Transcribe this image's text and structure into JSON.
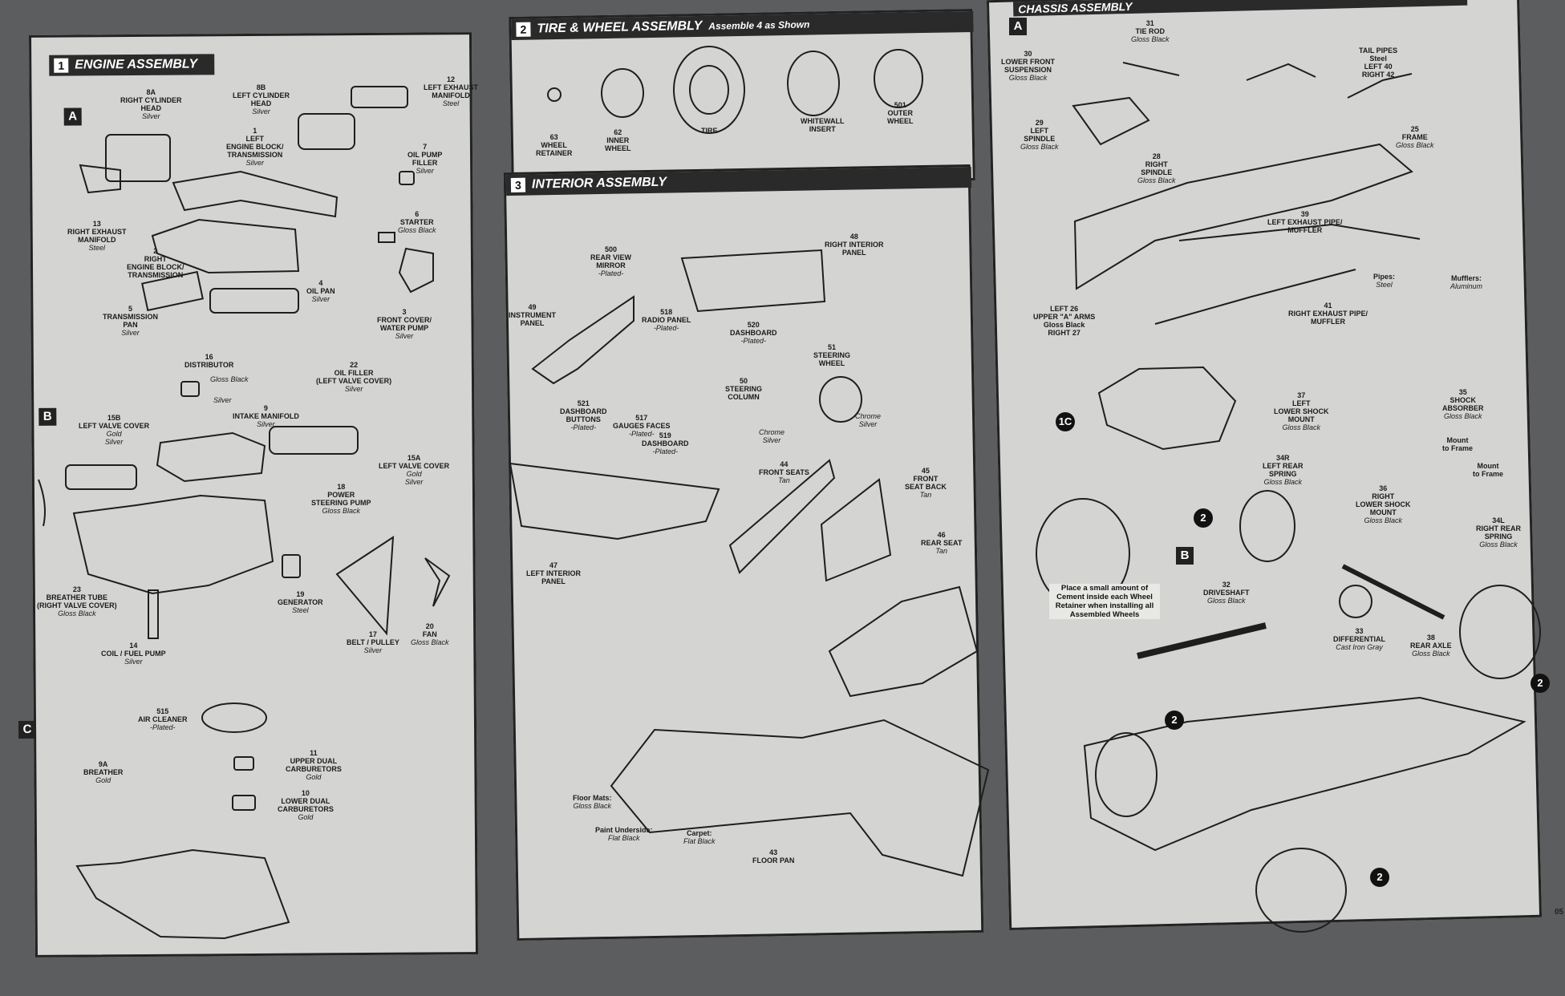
{
  "sections": {
    "engine": {
      "num": "1",
      "title": "ENGINE ASSEMBLY"
    },
    "tire": {
      "num": "2",
      "title": "TIRE & WHEEL ASSEMBLY",
      "subtitle": "Assemble 4 as Shown"
    },
    "interior": {
      "num": "3",
      "title": "INTERIOR ASSEMBLY"
    },
    "chassis": {
      "title": "CHASSIS ASSEMBLY"
    }
  },
  "steps": {
    "a": "A",
    "b": "B",
    "c": "C",
    "chassis_a": "A",
    "chassis_b": "B"
  },
  "engine_parts": [
    {
      "id": "e1",
      "name": "8A\nRIGHT CYLINDER\nHEAD",
      "finish": "Silver"
    },
    {
      "id": "e2",
      "name": "8B\nLEFT CYLINDER\nHEAD",
      "finish": "Silver"
    },
    {
      "id": "e3",
      "name": "12\nLEFT EXHAUST\nMANIFOLD",
      "finish": "Steel"
    },
    {
      "id": "e4",
      "name": "1\nLEFT\nENGINE BLOCK/\nTRANSMISSION",
      "finish": "Silver"
    },
    {
      "id": "e5",
      "name": "7\nOIL PUMP\nFILLER",
      "finish": "Silver"
    },
    {
      "id": "e6",
      "name": "13\nRIGHT EXHAUST\nMANIFOLD",
      "finish": "Steel"
    },
    {
      "id": "e7",
      "name": "2\nRIGHT\nENGINE BLOCK/\nTRANSMISSION",
      "finish": ""
    },
    {
      "id": "e8",
      "name": "6\nSTARTER",
      "finish": "Gloss Black"
    },
    {
      "id": "e9",
      "name": "4\nOIL PAN",
      "finish": "Silver"
    },
    {
      "id": "e10",
      "name": "5\nTRANSMISSION\nPAN",
      "finish": "Silver"
    },
    {
      "id": "e11",
      "name": "3\nFRONT COVER/\nWATER PUMP",
      "finish": "Silver"
    },
    {
      "id": "e12",
      "name": "16\nDISTRIBUTOR",
      "finish": ""
    },
    {
      "id": "e13",
      "name": "",
      "finish": "Gloss Black"
    },
    {
      "id": "e14",
      "name": "",
      "finish": "Silver"
    },
    {
      "id": "e15",
      "name": "22\nOIL FILLER\n(LEFT VALVE COVER)",
      "finish": "Silver"
    },
    {
      "id": "e16",
      "name": "15B\nLEFT VALVE COVER",
      "finish": "Gold\nSilver"
    },
    {
      "id": "e17",
      "name": "9\nINTAKE MANIFOLD",
      "finish": "Silver"
    },
    {
      "id": "e18",
      "name": "15A\nLEFT VALVE COVER",
      "finish": "Gold\nSilver"
    },
    {
      "id": "e19",
      "name": "18\nPOWER\nSTEERING PUMP",
      "finish": "Gloss Black"
    },
    {
      "id": "e20",
      "name": "23\nBREATHER TUBE\n(RIGHT VALVE COVER)",
      "finish": "Gloss Black"
    },
    {
      "id": "e21",
      "name": "19\nGENERATOR",
      "finish": "Steel"
    },
    {
      "id": "e22",
      "name": "17\nBELT / PULLEY",
      "finish": "Silver"
    },
    {
      "id": "e23",
      "name": "20\nFAN",
      "finish": "Gloss Black"
    },
    {
      "id": "e24",
      "name": "14\nCOIL / FUEL PUMP",
      "finish": "Silver"
    },
    {
      "id": "e25",
      "name": "515\nAIR CLEANER",
      "finish": "-Plated-"
    },
    {
      "id": "e26",
      "name": "9A\nBREATHER",
      "finish": "Gold"
    },
    {
      "id": "e27",
      "name": "11\nUPPER DUAL\nCARBURETORS",
      "finish": "Gold"
    },
    {
      "id": "e28",
      "name": "10\nLOWER DUAL\nCARBURETORS",
      "finish": "Gold"
    }
  ],
  "tire_parts": [
    {
      "id": "t1",
      "name": "63\nWHEEL\nRETAINER",
      "finish": ""
    },
    {
      "id": "t2",
      "name": "62\nINNER\nWHEEL",
      "finish": ""
    },
    {
      "id": "t3",
      "name": "TIRE",
      "finish": ""
    },
    {
      "id": "t4",
      "name": "WHITEWALL\nINSERT",
      "finish": ""
    },
    {
      "id": "t5",
      "name": "501\nOUTER\nWHEEL",
      "finish": ""
    }
  ],
  "interior_parts": [
    {
      "id": "i1",
      "name": "500\nREAR VIEW\nMIRROR",
      "finish": "-Plated-"
    },
    {
      "id": "i2",
      "name": "48\nRIGHT INTERIOR\nPANEL",
      "finish": ""
    },
    {
      "id": "i3",
      "name": "49\nINSTRUMENT\nPANEL",
      "finish": ""
    },
    {
      "id": "i4",
      "name": "518\nRADIO PANEL",
      "finish": "-Plated-"
    },
    {
      "id": "i5",
      "name": "520\nDASHBOARD",
      "finish": "-Plated-"
    },
    {
      "id": "i6",
      "name": "51\nSTEERING\nWHEEL",
      "finish": ""
    },
    {
      "id": "i7",
      "name": "50\nSTEERING\nCOLUMN",
      "finish": ""
    },
    {
      "id": "i8",
      "name": "521\nDASHBOARD\nBUTTONS",
      "finish": "-Plated-"
    },
    {
      "id": "i9",
      "name": "517\nGAUGES FACES",
      "finish": "-Plated-"
    },
    {
      "id": "i10",
      "name": "519\nDASHBOARD",
      "finish": "-Plated-"
    },
    {
      "id": "i11",
      "name": "",
      "finish": "Chrome\nSilver"
    },
    {
      "id": "i12",
      "name": "",
      "finish": "Chrome\nSilver"
    },
    {
      "id": "i13",
      "name": "44\nFRONT SEATS",
      "finish": "Tan"
    },
    {
      "id": "i14",
      "name": "45\nFRONT\nSEAT BACK",
      "finish": "Tan"
    },
    {
      "id": "i15",
      "name": "47\nLEFT INTERIOR\nPANEL",
      "finish": ""
    },
    {
      "id": "i16",
      "name": "46\nREAR SEAT",
      "finish": "Tan"
    },
    {
      "id": "i17",
      "name": "Floor Mats:",
      "finish": "Gloss Black"
    },
    {
      "id": "i18",
      "name": "Paint Underside:",
      "finish": "Flat Black"
    },
    {
      "id": "i19",
      "name": "Carpet:",
      "finish": "Flat Black"
    },
    {
      "id": "i20",
      "name": "43\nFLOOR PAN",
      "finish": ""
    }
  ],
  "chassis_parts": [
    {
      "id": "c1",
      "name": "31\nTIE ROD",
      "finish": "Gloss Black"
    },
    {
      "id": "c2",
      "name": "30\nLOWER FRONT\nSUSPENSION",
      "finish": "Gloss Black"
    },
    {
      "id": "c3",
      "name": "TAIL PIPES\nSteel\nLEFT 40\nRIGHT 42",
      "finish": ""
    },
    {
      "id": "c4",
      "name": "29\nLEFT\nSPINDLE",
      "finish": "Gloss Black"
    },
    {
      "id": "c5",
      "name": "25\nFRAME",
      "finish": "Gloss Black"
    },
    {
      "id": "c6",
      "name": "28\nRIGHT\nSPINDLE",
      "finish": "Gloss Black"
    },
    {
      "id": "c7",
      "name": "39\nLEFT EXHAUST PIPE/\nMUFFLER",
      "finish": ""
    },
    {
      "id": "c8",
      "name": "Pipes:",
      "finish": "Steel"
    },
    {
      "id": "c9",
      "name": "Mufflers:",
      "finish": "Aluminum"
    },
    {
      "id": "c10",
      "name": "LEFT 26\nUPPER \"A\" ARMS\nGloss Black\nRIGHT 27",
      "finish": ""
    },
    {
      "id": "c11",
      "name": "41\nRIGHT EXHAUST PIPE/\nMUFFLER",
      "finish": ""
    },
    {
      "id": "c12",
      "name": "37\nLEFT\nLOWER SHOCK\nMOUNT",
      "finish": "Gloss Black"
    },
    {
      "id": "c13",
      "name": "35\nSHOCK\nABSORBER",
      "finish": "Gloss Black"
    },
    {
      "id": "c14",
      "name": "Mount\nto Frame",
      "finish": ""
    },
    {
      "id": "c15",
      "name": "Mount\nto Frame",
      "finish": ""
    },
    {
      "id": "c16",
      "name": "34R\nLEFT REAR\nSPRING",
      "finish": "Gloss Black"
    },
    {
      "id": "c17",
      "name": "36\nRIGHT\nLOWER SHOCK\nMOUNT",
      "finish": "Gloss Black"
    },
    {
      "id": "c18",
      "name": "34L\nRIGHT REAR\nSPRING",
      "finish": "Gloss Black"
    },
    {
      "id": "c19",
      "name": "32\nDRIVESHAFT",
      "finish": "Gloss Black"
    },
    {
      "id": "c20",
      "name": "33\nDIFFERENTIAL",
      "finish": "Cast Iron Gray"
    },
    {
      "id": "c21",
      "name": "38\nREAR AXLE",
      "finish": "Gloss Black"
    }
  ],
  "note": "Place a small amount of\nCement inside each Wheel\nRetainer when installing all\nAssembled Wheels",
  "callouts": {
    "subassembly": "1C",
    "wheel": "2"
  },
  "page_fragment": "05"
}
